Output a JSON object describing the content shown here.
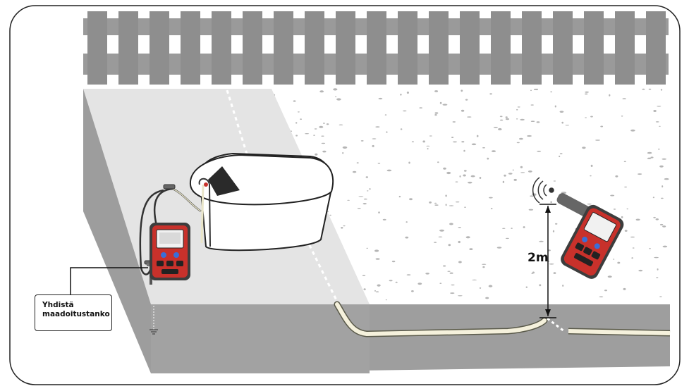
{
  "labels": {
    "ground_rod_line1": "Yhdistä",
    "ground_rod_line2": "maadoitustanko",
    "distance": "2m"
  },
  "colors": {
    "frame": "#222222",
    "fence": "#9a9a9a",
    "slab_top": "#e4e4e4",
    "slab_side": "#9d9d9d",
    "ground": "#9e9e9e",
    "cable": "#f5f1dc",
    "device_red": "#c8312b",
    "device_gray": "#4a4a4a"
  },
  "icons": [
    "signal-waves-icon",
    "ground-symbol-icon"
  ]
}
